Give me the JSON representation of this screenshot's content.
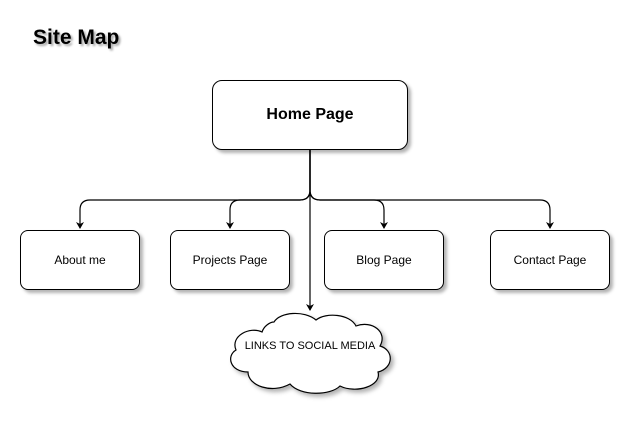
{
  "title": "Site Map",
  "root": {
    "label": "Home Page"
  },
  "children": [
    {
      "label": "About me"
    },
    {
      "label": "Projects Page"
    },
    {
      "label": "Blog Page"
    },
    {
      "label": "Contact Page"
    }
  ],
  "cloud": {
    "label": "LINKS TO SOCIAL MEDIA"
  },
  "colors": {
    "stroke": "#000000",
    "fill": "#ffffff"
  }
}
